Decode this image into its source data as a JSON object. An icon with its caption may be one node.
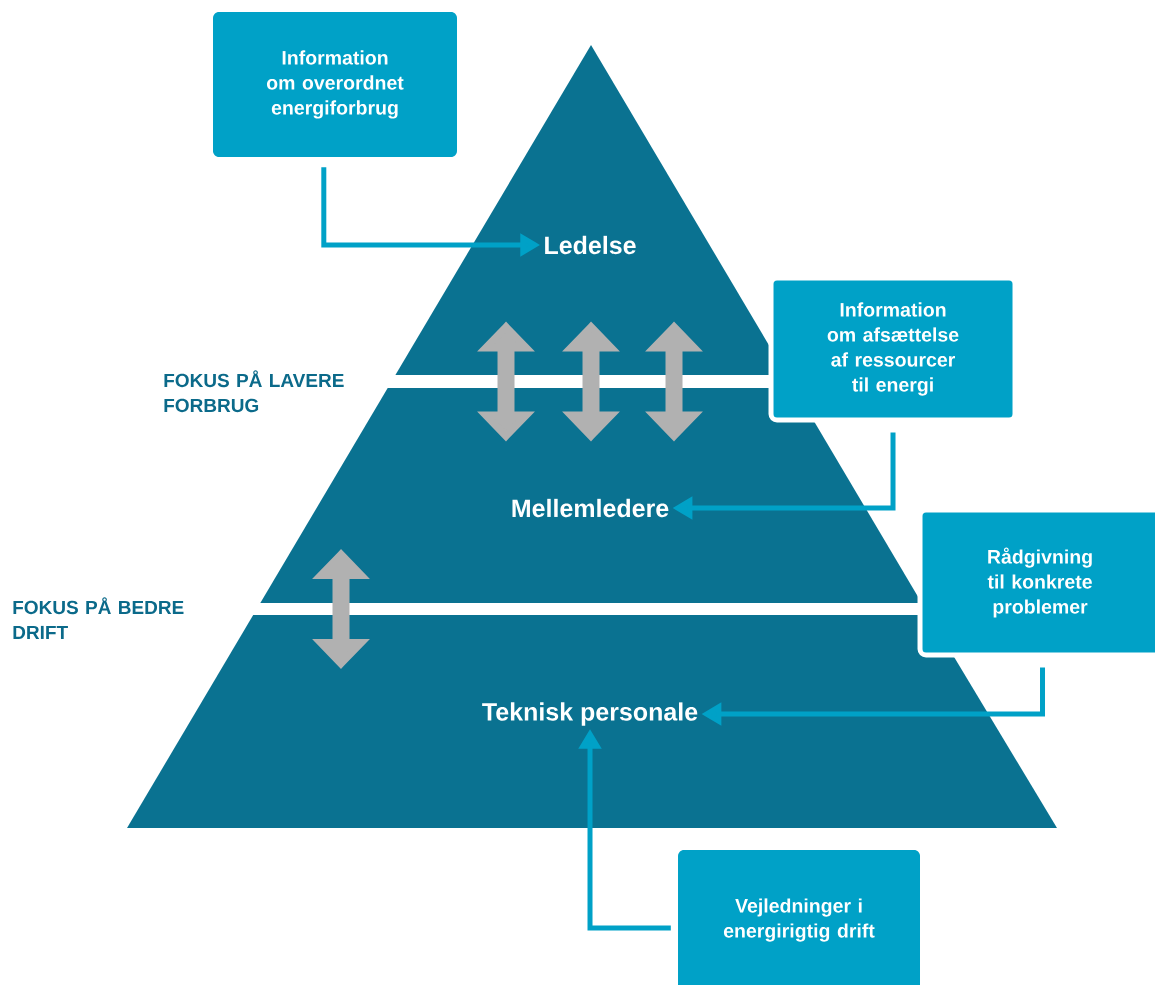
{
  "diagram": {
    "nodes": [
      {
        "text": [
          "Ledelse"
        ]
      },
      {
        "text": [
          "Mellemledere"
        ]
      },
      {
        "text": [
          "Teknisk personale"
        ]
      },
      {
        "text": [
          "Information om overordnet energiforbrug"
        ]
      },
      {
        "text": [
          "Information om afsættelse af ressourcer til energi"
        ]
      },
      {
        "text": [
          "Rådgivning til konkrete problemer"
        ]
      },
      {
        "text": [
          "Vejledninger i energirigtig drift"
        ]
      }
    ],
    "edges": [
      {
        "from": 3,
        "to": 0,
        "arrow": "to"
      },
      {
        "from": 4,
        "to": 1,
        "arrow": "to"
      },
      {
        "from": 5,
        "to": 2,
        "arrow": "to"
      },
      {
        "from": 6,
        "to": 2,
        "arrow": "to"
      },
      {
        "from": 0,
        "to": 1,
        "arrow": "both",
        "style": "thick",
        "color": "#b1b1b1"
      },
      {
        "from": 0,
        "to": 1,
        "arrow": "both",
        "style": "thick",
        "color": "#b1b1b1"
      },
      {
        "from": 0,
        "to": 1,
        "arrow": "both",
        "style": "thick",
        "color": "#b1b1b1"
      },
      {
        "from": 1,
        "to": 2,
        "arrow": "both",
        "style": "thick",
        "color": "#b1b1b1"
      }
    ],
    "labels": [
      "FOKUS PÅ LAVERE FORBRUG",
      "FOKUS PÅ BEDRE DRIFT"
    ]
  }
}
